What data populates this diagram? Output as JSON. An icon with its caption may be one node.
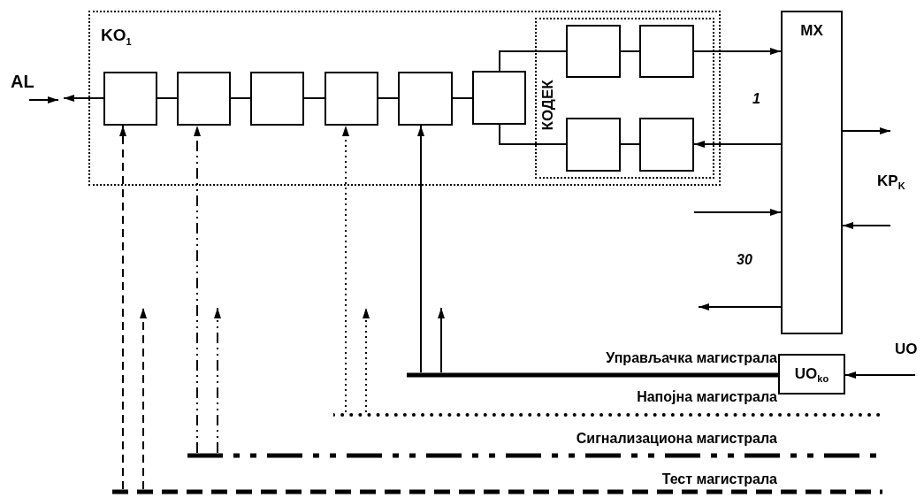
{
  "diagram": {
    "nodes": [
      {
        "text": [
          "KO$_{1}$"
        ]
      },
      {
        "text": [],
        "shape": "box",
        "in": 0
      },
      {
        "text": [],
        "shape": "box",
        "in": 0
      },
      {
        "text": [],
        "shape": "box",
        "in": 0
      },
      {
        "text": [],
        "shape": "box",
        "in": 0
      },
      {
        "text": [],
        "shape": "box",
        "in": 0
      },
      {
        "text": [],
        "shape": "box",
        "in": 0
      },
      {
        "text": [
          "КОДЕК"
        ],
        "in": 0
      },
      {
        "text": [],
        "shape": "box",
        "in": 7
      },
      {
        "text": [],
        "shape": "box",
        "in": 7
      },
      {
        "text": [],
        "shape": "box",
        "in": 7
      },
      {
        "text": [],
        "shape": "box",
        "in": 7
      },
      {
        "text": [
          "MX"
        ]
      },
      {
        "text": [
          "UO$_{ko}$"
        ]
      },
      {
        "text": [],
        "shape": "bar"
      },
      {
        "text": [],
        "shape": "bar"
      },
      {
        "text": [],
        "shape": "bar"
      },
      {
        "text": [],
        "shape": "bar"
      },
      {
        "text": [
          "AL"
        ]
      }
    ],
    "edges": [
      {
        "from": 18,
        "to": null,
        "arrow": "to"
      },
      {
        "from": 1,
        "to": 18,
        "arrow": "to"
      },
      {
        "from": 1,
        "to": 2,
        "arrow": "none"
      },
      {
        "from": 2,
        "to": 3,
        "arrow": "none"
      },
      {
        "from": 3,
        "to": 4,
        "arrow": "none"
      },
      {
        "from": 4,
        "to": 5,
        "arrow": "none"
      },
      {
        "from": 5,
        "to": 6,
        "arrow": "none"
      },
      {
        "from": 6,
        "to": 8,
        "arrow": "none"
      },
      {
        "from": 6,
        "to": 10,
        "arrow": "none"
      },
      {
        "from": 8,
        "to": 9,
        "arrow": "none"
      },
      {
        "from": 10,
        "to": 11,
        "arrow": "none"
      },
      {
        "from": 9,
        "to": 12,
        "arrow": "to"
      },
      {
        "from": 12,
        "to": 11,
        "arrow": "to"
      },
      {
        "from": null,
        "to": 12,
        "arrow": "to"
      },
      {
        "from": 12,
        "to": null,
        "arrow": "to"
      },
      {
        "from": 12,
        "to": null,
        "arrow": "to"
      },
      {
        "from": null,
        "to": 12,
        "arrow": "to"
      },
      {
        "from": null,
        "to": 13,
        "arrow": "to"
      },
      {
        "from": 17,
        "to": 1,
        "arrow": "to",
        "style": "dashed"
      },
      {
        "from": 17,
        "to": null,
        "arrow": "to",
        "style": "dashed"
      },
      {
        "from": 16,
        "to": 2,
        "arrow": "to",
        "style": "dashed"
      },
      {
        "from": 16,
        "to": null,
        "arrow": "to",
        "style": "dashed"
      },
      {
        "from": 15,
        "to": 4,
        "arrow": "to",
        "style": "dashed"
      },
      {
        "from": 15,
        "to": null,
        "arrow": "to",
        "style": "dashed"
      },
      {
        "from": 14,
        "to": 5,
        "arrow": "to"
      },
      {
        "from": 14,
        "to": null,
        "arrow": "to"
      }
    ],
    "labels": [
      "1",
      "KP$_{K}$",
      "30",
      "UO",
      "Управљачка магистрала",
      "Напојна магистрала",
      "Сигнализациона магистрала",
      "Тест магистрала"
    ]
  }
}
